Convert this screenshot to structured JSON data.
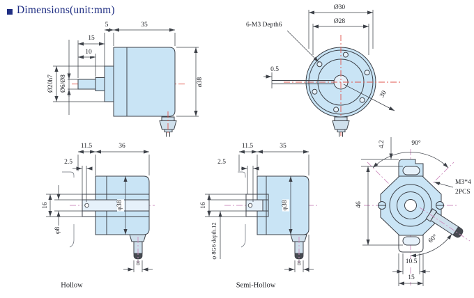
{
  "title": {
    "text": "Dimensions(unit:mm)"
  },
  "colors": {
    "body_fill": "#c9e4f5",
    "line": "#3d4148",
    "centerline_red": "#e0534b",
    "centerline_pink": "#cf8fc0",
    "title_navy": "#1f2e83"
  },
  "views": {
    "side": {
      "dims": {
        "boss_protrusion": "5",
        "body_length": "35",
        "shaft_length": "15",
        "shaft_step": "10",
        "boss_dia": "Ø20h7",
        "shaft_dia": "Ø6/Ø8",
        "body_dia": "ø38"
      }
    },
    "front": {
      "dims": {
        "flange_dia": "Ø30",
        "bolt_circle_dia": "Ø28",
        "screw_note": "6-M3 Depth6",
        "shaft_protrusion": "0.5",
        "radial": "30"
      }
    },
    "hollow": {
      "caption": "Hollow",
      "dims": {
        "hub_length": "11.5",
        "body_length": "36",
        "pin_offset": "2.5",
        "hub_dia": "16",
        "bore_dia": "φ8",
        "body_dia": "φ38",
        "cable_dia": "8"
      }
    },
    "semi_hollow": {
      "caption": "Semi-Hollow",
      "dims": {
        "hub_length": "11.5",
        "body_length": "35",
        "pin_offset": "2.5",
        "hub_dia": "16",
        "bore_note": "φ 8G6 depth.12",
        "body_dia": "φ38",
        "cable_dia": "8"
      }
    },
    "rear": {
      "dims": {
        "ear_offset": "4.2",
        "top_angle": "90°",
        "mount_span": "46",
        "screw_note_line1": "M3*4",
        "screw_note_line2": "2PCS",
        "cable_angle": "60°",
        "slot_width": "10.5",
        "ear_width": "15"
      }
    }
  }
}
